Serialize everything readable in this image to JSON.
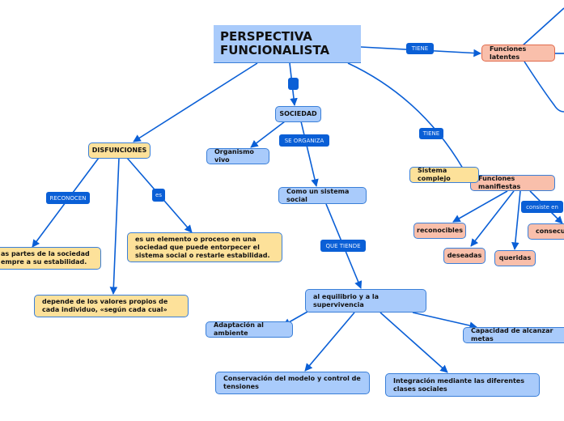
{
  "root": {
    "title_line1": "PERSPECTIVA",
    "title_line2": "FUNCIONALISTA"
  },
  "link_labels": {
    "tiene_top": "TIENE",
    "tiene_right": "TIENE",
    "se_organiza": "SE  ORGANIZA",
    "reconocen": "RECONOCEN",
    "es": "es",
    "que_tiende": "QUE TIENDE",
    "consiste_en": "consiste  en",
    "unlabeled": ""
  },
  "nodes": {
    "funciones_latentes": "Funciones latentes",
    "sociedad": "SOCIEDAD",
    "organismo_vivo": "Organismo vivo",
    "disfunciones": "DISFUNCIONES",
    "partes_sociedad": "as partes de la sociedad empre a su estabilidad.",
    "elemento_proceso": "es un elemento o proceso en una sociedad que puede entorpecer el sistema social o restarle estabilidad.",
    "depende_valores": "depende de los valores propios de cada individuo, «según cada cual»",
    "sistema_social": "Como un sistema social",
    "equilibrio": "al equilibrio y a la supervivencia",
    "adaptacion": "Adaptación al ambiente",
    "capacidad_metas": "Capacidad de alcanzar metas",
    "conservacion": "Conservación del modelo y control de tensiones",
    "integracion": "Integración mediante las diferentes clases sociales",
    "sistema_complejo": "Sistema complejo",
    "funciones_manifiestas": "Funciones manifiestas",
    "reconocibles": "reconocibles",
    "deseadas": "deseadas",
    "queridas": "queridas",
    "consecuencias": "consecue"
  },
  "colors": {
    "line": "#0a5fd6",
    "label_bg": "#0a5fd6",
    "blue_node": "#a9cbfb",
    "yellow_node": "#fde19a",
    "salmon_node": "#f9bfab"
  }
}
